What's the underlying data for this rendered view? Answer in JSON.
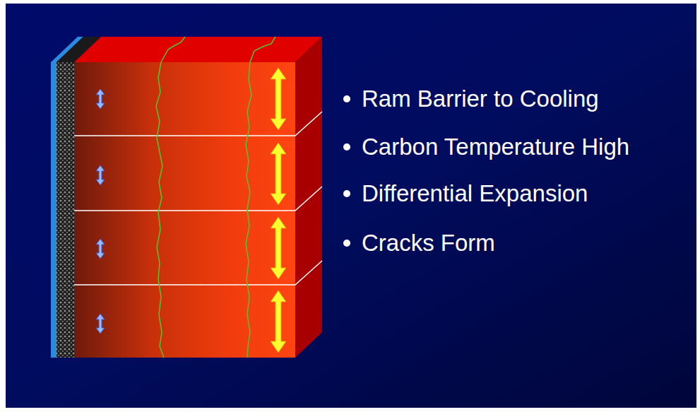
{
  "diagram": {
    "labels": [
      "Ram Barrier to Cooling",
      "Carbon Temperature High",
      "Differential Expansion",
      "Cracks Form"
    ]
  }
}
